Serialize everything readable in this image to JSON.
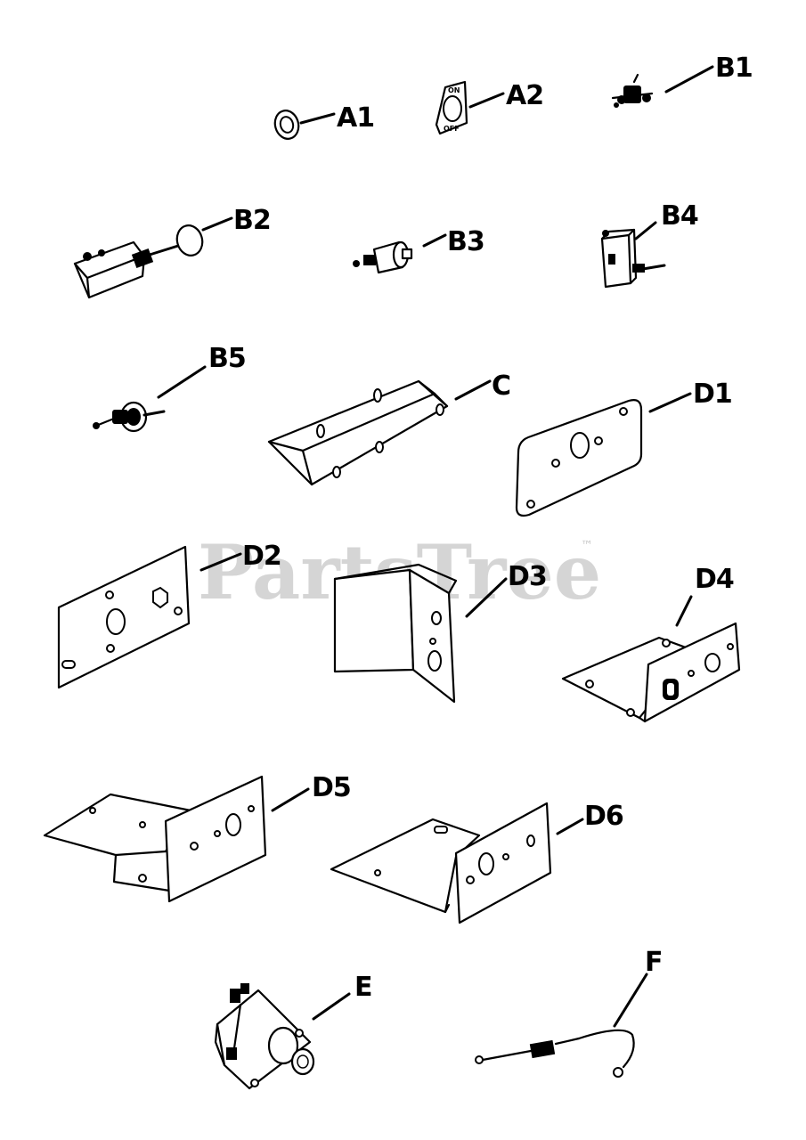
{
  "watermark": {
    "text": "PartsTree",
    "tm": "™"
  },
  "parts": [
    {
      "id": "A1",
      "label": "A1"
    },
    {
      "id": "A2",
      "label": "A2",
      "markings": [
        "ON",
        "OFF"
      ]
    },
    {
      "id": "B1",
      "label": "B1"
    },
    {
      "id": "B2",
      "label": "B2"
    },
    {
      "id": "B3",
      "label": "B3"
    },
    {
      "id": "B4",
      "label": "B4"
    },
    {
      "id": "B5",
      "label": "B5"
    },
    {
      "id": "C",
      "label": "C"
    },
    {
      "id": "D1",
      "label": "D1"
    },
    {
      "id": "D2",
      "label": "D2"
    },
    {
      "id": "D3",
      "label": "D3"
    },
    {
      "id": "D4",
      "label": "D4"
    },
    {
      "id": "D5",
      "label": "D5"
    },
    {
      "id": "D6",
      "label": "D6"
    },
    {
      "id": "E",
      "label": "E"
    },
    {
      "id": "F",
      "label": "F"
    }
  ]
}
